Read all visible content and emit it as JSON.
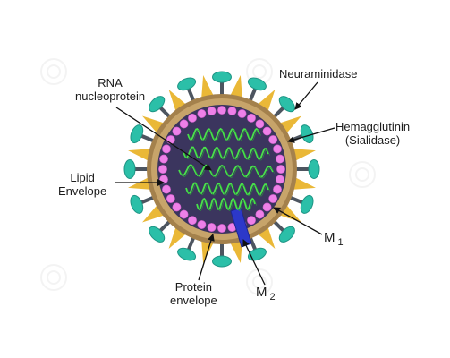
{
  "labels": {
    "rna_line1": "RNA",
    "rna_line2": "nucleoprotein",
    "neuraminidase": "Neuraminidase",
    "hemagglutinin_line1": "Hemagglutinin",
    "hemagglutinin_line2": "(Sialidase)",
    "lipid_line1": "Lipid",
    "lipid_line2": "Envelope",
    "m1_main": "M",
    "m1_sub": "1",
    "m2_main": "M",
    "m2_sub": "2",
    "protein_line1": "Protein",
    "protein_line2": "envelope"
  },
  "colors": {
    "core": "#3b355e",
    "envelope_outer": "#a4814c",
    "envelope_inner": "#c7a46a",
    "pink_ring": "#ee80e8",
    "rna_strand": "#49e24a",
    "neuraminidase_head": "#2bbfa8",
    "spike_stem": "#4d5560",
    "hemagglutinin_spike": "#eab837",
    "m2_channel": "#2c38c9",
    "arrow": "#111111"
  }
}
